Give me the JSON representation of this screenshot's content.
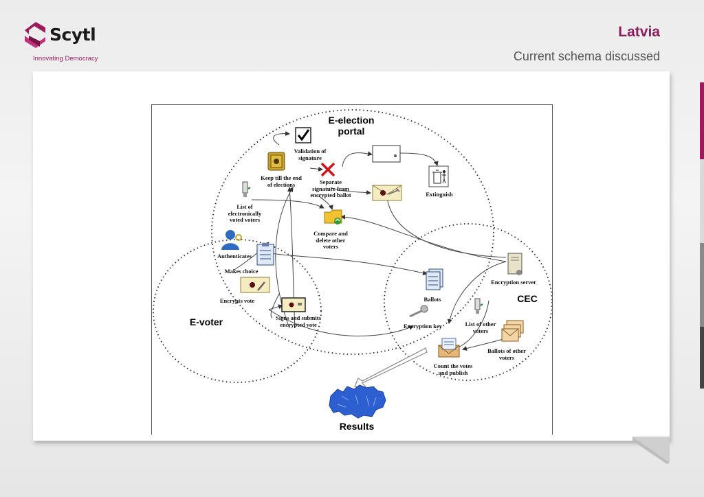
{
  "brand": {
    "name": "Scytl",
    "tagline": "Innovating Democracy",
    "color": "#9b1c5e"
  },
  "header": {
    "title": "Latvia",
    "subtitle": "Current schema discussed",
    "title_color": "#8b1f5e"
  },
  "diagram": {
    "regions": {
      "portal": "E-election\nportal",
      "voter": "E-voter",
      "cec": "CEC",
      "results": "Results"
    },
    "labels": {
      "validation": "Validation of\nsignature",
      "keep": "Keep till the end\nof elections",
      "separate": "Separate\nsignature from\nencrypted ballot",
      "extinguish": "Extinguish",
      "list_electronic": "List of\nelectronically\nvoted voters",
      "compare": "Compare and\ndelete other\nvoters",
      "authenticates": "Authenticates",
      "makes_choice": "Makes choice",
      "encrypts": "Encrypts vote",
      "signs": "Signs and submits\nencrypted vote",
      "encryption_server": "Encryption server",
      "ballots": "Ballots",
      "encryption_key": "Encryption key",
      "list_other": "List of other\nvoters",
      "ballots_other": "Ballots of other\nvoters",
      "count": "Count the votes\nand publish"
    },
    "icons": [
      "checkbox-icon",
      "safe-icon",
      "red-x-icon",
      "envelope-icon",
      "sealed-envelope-icon",
      "trash-bin-icon",
      "usb-token-icon",
      "folder-icon",
      "user-icon",
      "clipboard-icon",
      "key-icon",
      "server-icon",
      "ballots-icon",
      "envelopes-stack-icon",
      "open-envelope-icon",
      "latvia-map-icon"
    ]
  },
  "colors": {
    "accent": "#8b1f5e",
    "side_magenta": "#a0195f",
    "side_gray": "#8a8a8a",
    "side_dark": "#444444"
  }
}
